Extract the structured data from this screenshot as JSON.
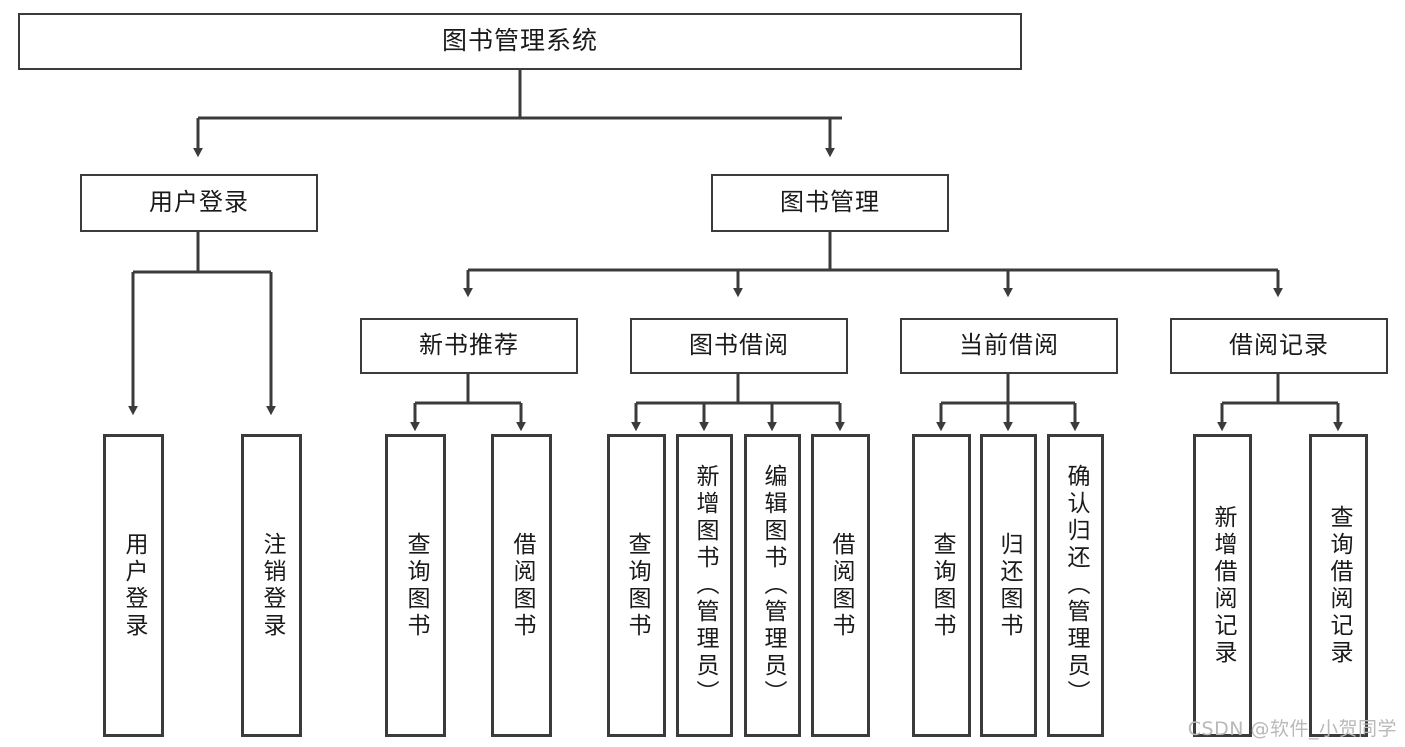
{
  "diagram": {
    "title": "图书管理系统",
    "type": "tree-hierarchy",
    "watermark": "CSDN @软件_小贺同学",
    "colors": {
      "stroke": "#3b3b3b",
      "fill": "#ffffff",
      "text": "#1a1a1a",
      "watermark": "#b9b9b9"
    },
    "nodes": {
      "root": {
        "label": "图书管理系统",
        "level": 0
      },
      "l1": [
        {
          "id": "user-login",
          "label": "用户登录"
        },
        {
          "id": "book-manage",
          "label": "图书管理"
        }
      ],
      "l2": [
        {
          "id": "new-book-recommend",
          "label": "新书推荐"
        },
        {
          "id": "book-borrow",
          "label": "图书借阅"
        },
        {
          "id": "current-borrow",
          "label": "当前借阅"
        },
        {
          "id": "borrow-record",
          "label": "借阅记录"
        }
      ],
      "leaves": {
        "user_login": [
          {
            "id": "leaf-user-login",
            "label": "用户登录"
          },
          {
            "id": "leaf-logout",
            "label": "注销登录"
          }
        ],
        "new_book_recommend": [
          {
            "id": "leaf-query-book-1",
            "label": "查询图书"
          },
          {
            "id": "leaf-borrow-book-1",
            "label": "借阅图书"
          }
        ],
        "book_borrow": [
          {
            "id": "leaf-query-book-2",
            "label": "查询图书"
          },
          {
            "id": "leaf-add-book",
            "label": "新增图书（管理员）"
          },
          {
            "id": "leaf-edit-book",
            "label": "编辑图书（管理员）"
          },
          {
            "id": "leaf-borrow-book-2",
            "label": "借阅图书"
          }
        ],
        "current_borrow": [
          {
            "id": "leaf-query-book-3",
            "label": "查询图书"
          },
          {
            "id": "leaf-return-book",
            "label": "归还图书"
          },
          {
            "id": "leaf-confirm-return",
            "label": "确认归还（管理员）"
          }
        ],
        "borrow_record": [
          {
            "id": "leaf-add-record",
            "label": "新增借阅记录"
          },
          {
            "id": "leaf-query-record",
            "label": "查询借阅记录"
          }
        ]
      }
    }
  }
}
